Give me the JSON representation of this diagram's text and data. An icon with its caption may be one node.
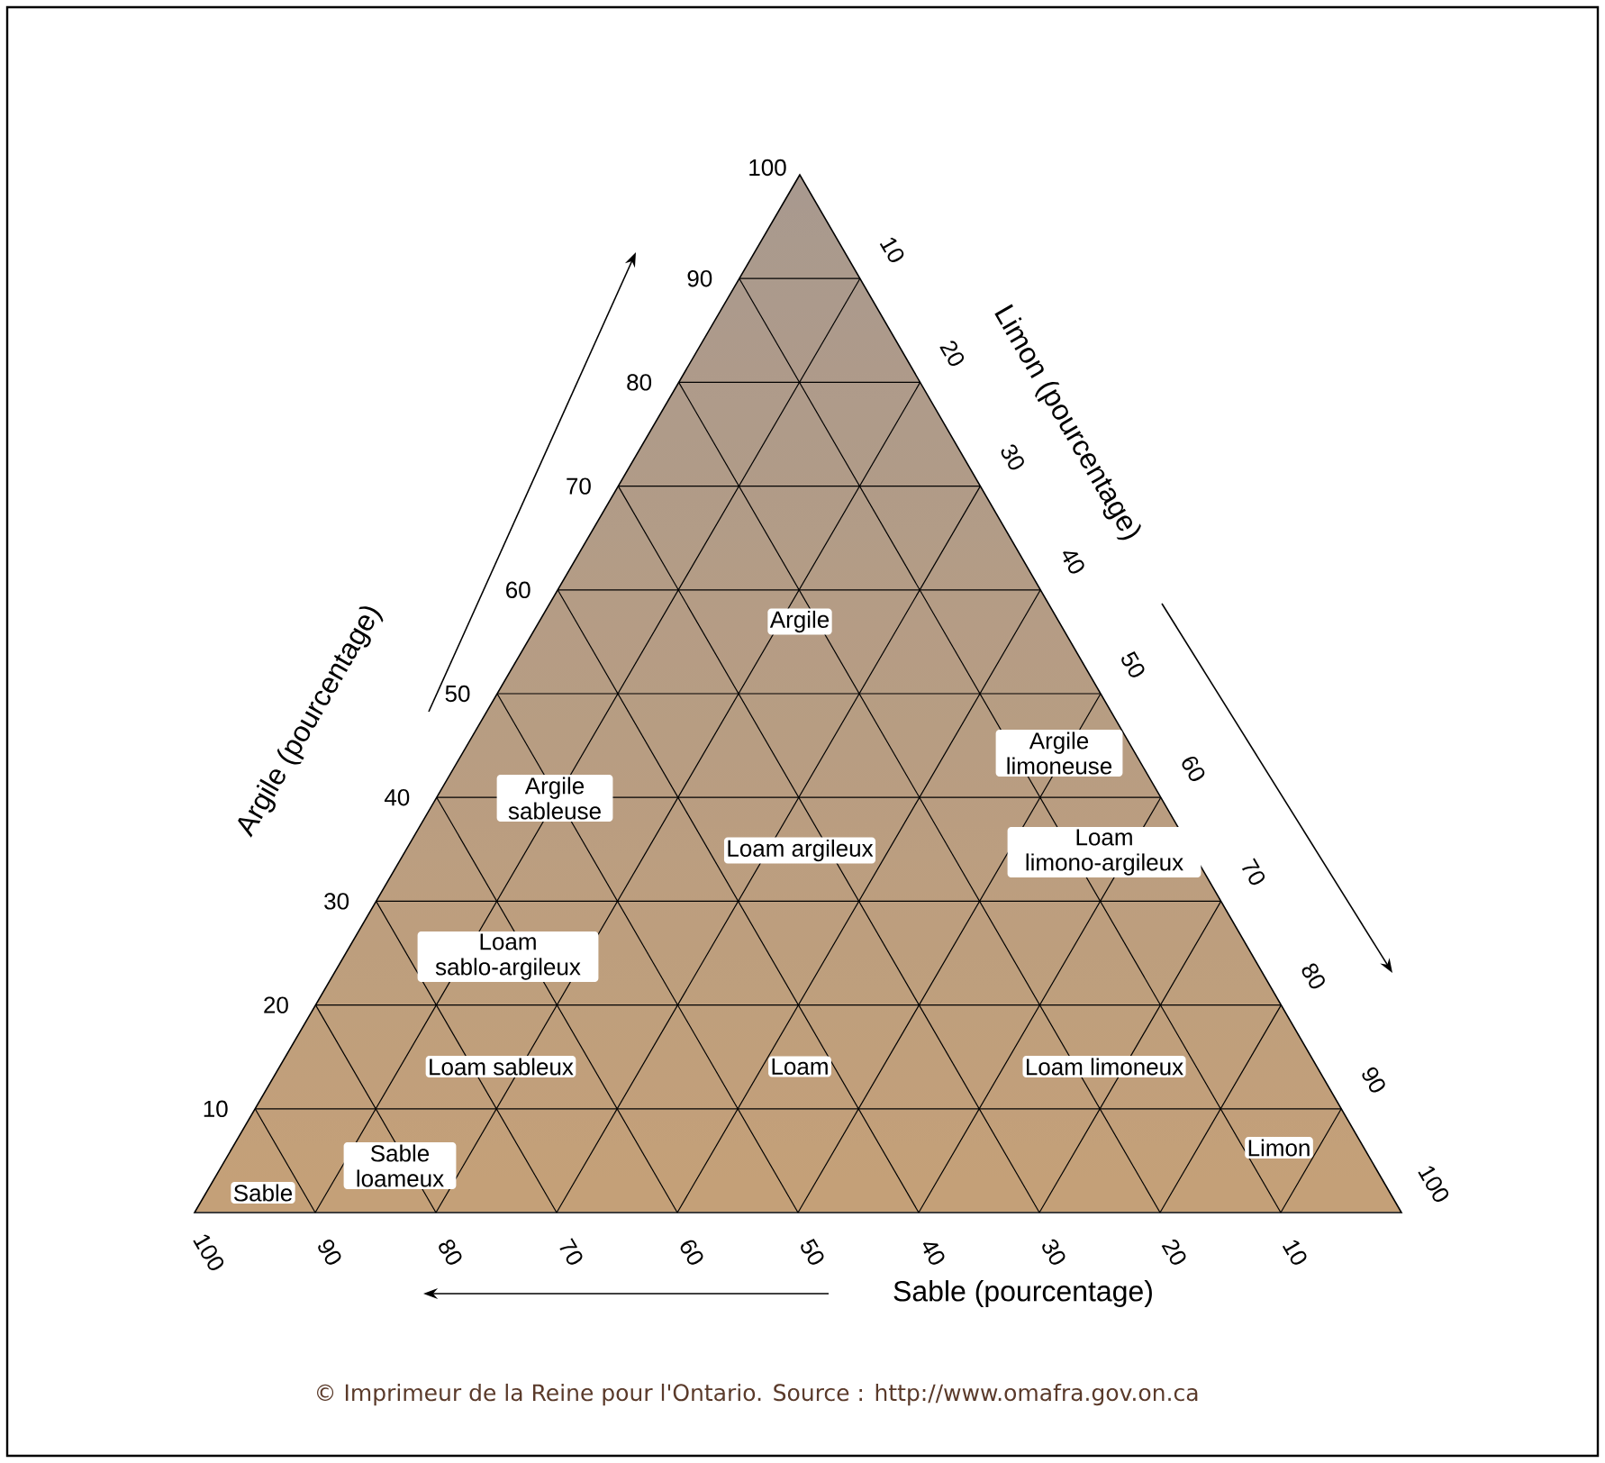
{
  "diagram": {
    "caption": "© Imprimeur de la Reine pour l'Ontario. Source : http://www.omafra.gov.on.ca",
    "labels": [
      "100",
      "90",
      "80",
      "70",
      "60",
      "50",
      "40",
      "30",
      "20",
      "10",
      "10",
      "20",
      "30",
      "40",
      "50",
      "60",
      "70",
      "80",
      "90",
      "100",
      "100",
      "90",
      "80",
      "70",
      "60",
      "50",
      "40",
      "30",
      "20",
      "10",
      "Argile (pourcentage)",
      "Limon (pourcentage)",
      "Sable (pourcentage)",
      "Argile",
      "Argile limoneuse",
      "Argile sableuse",
      "Loam argileux",
      "Loam limono-argileux",
      "Loam sablo-argileux",
      "Loam sableux",
      "Loam",
      "Loam limoneux",
      "Sable loameux",
      "Limon",
      "Sable"
    ]
  }
}
